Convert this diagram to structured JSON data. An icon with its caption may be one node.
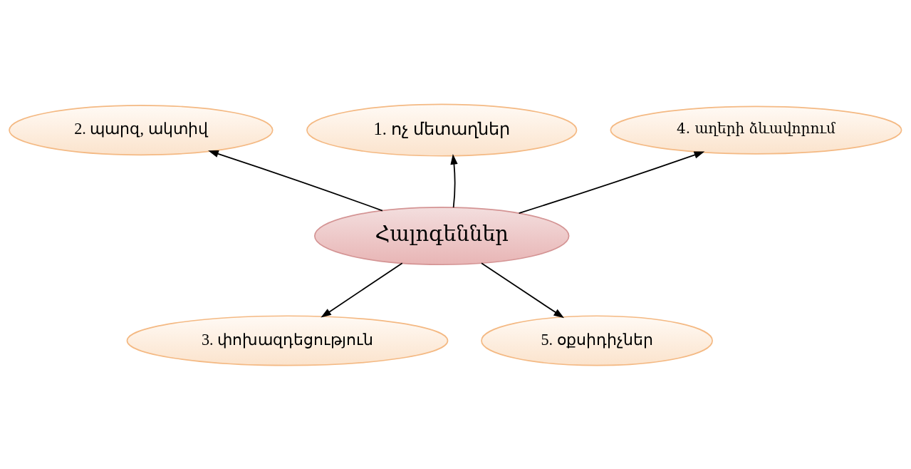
{
  "diagram": {
    "nodes": [
      {
        "text": [
          "1. ոչ մետաղներ"
        ]
      },
      {
        "text": [
          "2. պարզ, ակտիվ"
        ]
      },
      {
        "text": [
          "4. աղերի ձևավորում"
        ]
      },
      {
        "text": [
          "Հալոգեններ"
        ]
      },
      {
        "text": [
          "3. փոխազդեցություն"
        ]
      },
      {
        "text": [
          "5. օքսիդիչներ"
        ]
      }
    ],
    "edges": [
      {
        "from": 3,
        "to": 0,
        "arrow": "to"
      },
      {
        "from": 3,
        "to": 1,
        "arrow": "to"
      },
      {
        "from": 3,
        "to": 2,
        "arrow": "to"
      },
      {
        "from": 3,
        "to": 4,
        "arrow": "to"
      },
      {
        "from": 3,
        "to": 5,
        "arrow": "to"
      }
    ]
  }
}
